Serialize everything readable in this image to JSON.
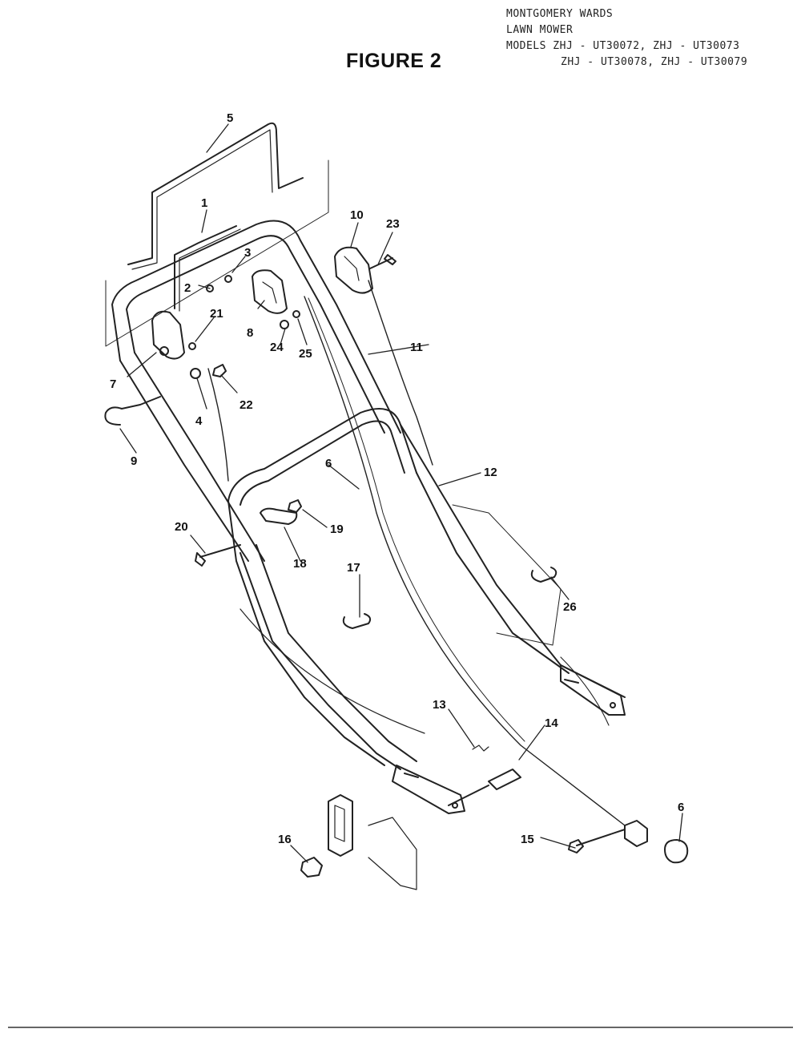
{
  "header": {
    "line1": "MONTGOMERY WARDS",
    "line2": "LAWN MOWER",
    "line3": "MODELS ZHJ - UT30072, ZHJ - UT30073",
    "line4": "ZHJ - UT30078, ZHJ - UT30079"
  },
  "figure_title": "FIGURE 2",
  "callouts": {
    "c1": "1",
    "c2": "2",
    "c3": "3",
    "c4": "4",
    "c5": "5",
    "c6a": "6",
    "c6b": "6",
    "c7": "7",
    "c8": "8",
    "c9": "9",
    "c10": "10",
    "c11": "11",
    "c12": "12",
    "c13": "13",
    "c14": "14",
    "c15": "15",
    "c16": "16",
    "c17": "17",
    "c18": "18",
    "c19": "19",
    "c20": "20",
    "c21": "21",
    "c22": "22",
    "c23": "23",
    "c24": "24",
    "c25": "25",
    "c26": "26"
  }
}
